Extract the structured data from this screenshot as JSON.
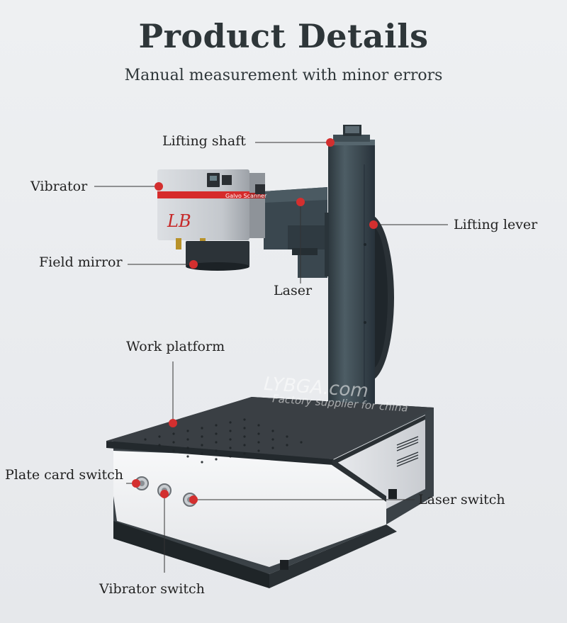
{
  "header": {
    "title": "Product Details",
    "subtitle": "Manual measurement with minor errors"
  },
  "callouts": {
    "lifting_shaft": "Lifting shaft",
    "vibrator": "Vibrator",
    "lifting_lever": "Lifting lever",
    "field_mirror": "Field mirror",
    "laser": "Laser",
    "work_platform": "Work platform",
    "plate_card_switch": "Plate card switch",
    "laser_switch": "Laser switch",
    "vibrator_switch": "Vibrator switch"
  },
  "device": {
    "galvo_label": "Galvo Scanner",
    "logo_text": "LB"
  },
  "watermark": {
    "line1": "LYBGA.com",
    "line2": "Factory supplier for china"
  },
  "colors": {
    "marker": "#d32f2f",
    "column": "#3c4a51",
    "galvo_body": "#c9cdd2",
    "galvo_stripe": "#d62b2b",
    "base_white": "#f2f3f5",
    "base_top": "#3a3f44"
  }
}
